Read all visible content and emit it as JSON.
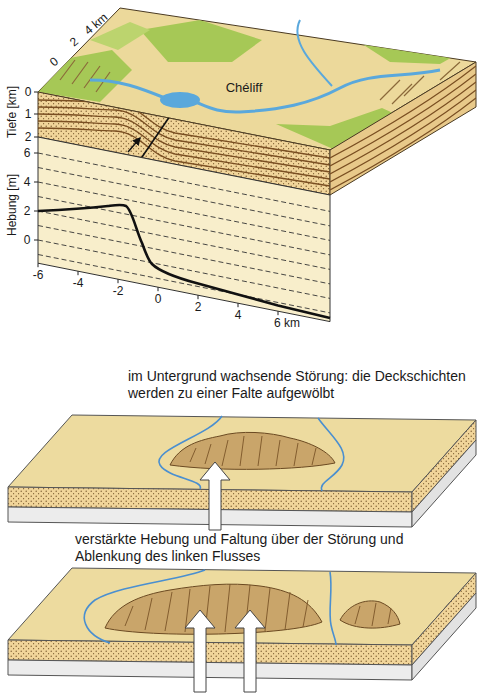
{
  "diagram": {
    "labels": [
      "0",
      "2",
      "4 km",
      "Tiefe [km]",
      "0",
      "1",
      "2",
      "Chéliff",
      "Hebung [m]",
      "6",
      "4",
      "2",
      "0",
      "-6",
      "-4",
      "-2",
      "0",
      "2",
      "4",
      "6 km",
      "im Untergrund wachsende Störung: die Deckschichten werden zu einer Falte aufgewölbt",
      "verstärkte Hebung und Faltung über der Störung und Ablenkung des linken Flusses"
    ]
  }
}
